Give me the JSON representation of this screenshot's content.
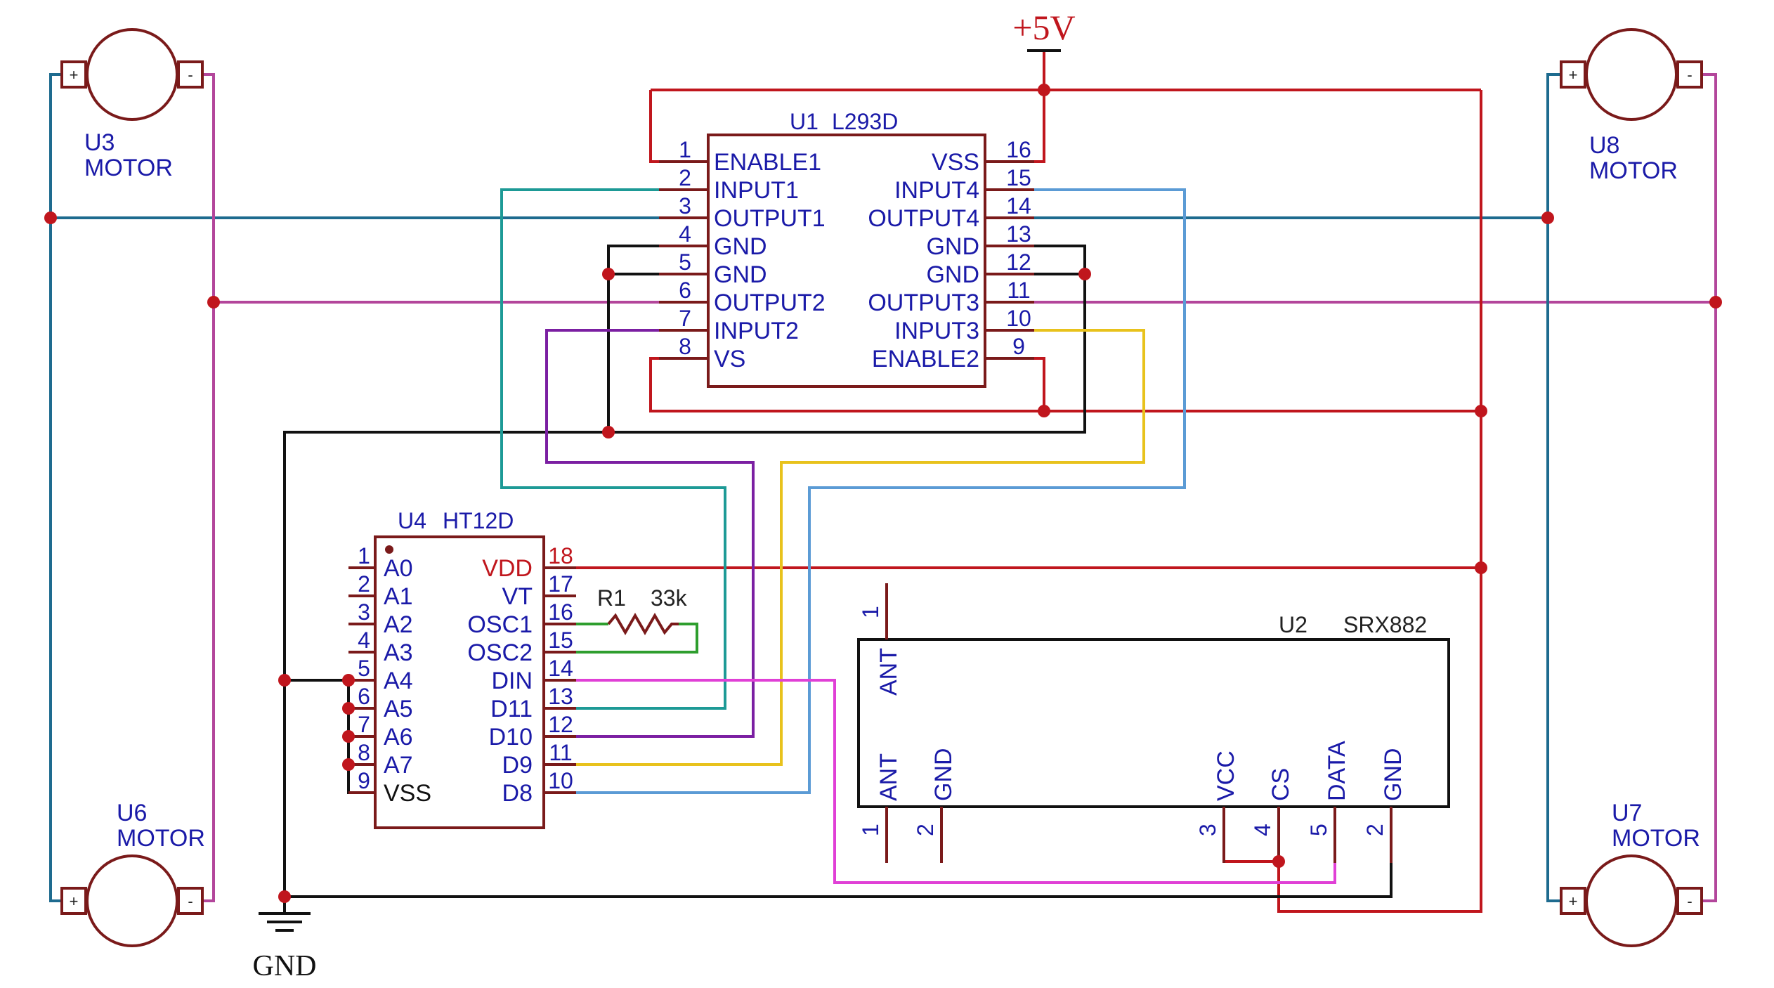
{
  "supply": {
    "label": "+5V"
  },
  "ground": {
    "label": "GND"
  },
  "u1": {
    "ref": "U1",
    "part": "L293D",
    "pins_left": [
      {
        "num": "1",
        "name": "ENABLE1"
      },
      {
        "num": "2",
        "name": "INPUT1"
      },
      {
        "num": "3",
        "name": "OUTPUT1"
      },
      {
        "num": "4",
        "name": "GND"
      },
      {
        "num": "5",
        "name": "GND"
      },
      {
        "num": "6",
        "name": "OUTPUT2"
      },
      {
        "num": "7",
        "name": "INPUT2"
      },
      {
        "num": "8",
        "name": "VS"
      }
    ],
    "pins_right": [
      {
        "num": "16",
        "name": "VSS"
      },
      {
        "num": "15",
        "name": "INPUT4"
      },
      {
        "num": "14",
        "name": "OUTPUT4"
      },
      {
        "num": "13",
        "name": "GND"
      },
      {
        "num": "12",
        "name": "GND"
      },
      {
        "num": "11",
        "name": "OUTPUT3"
      },
      {
        "num": "10",
        "name": "INPUT3"
      },
      {
        "num": "9",
        "name": "ENABLE2"
      }
    ]
  },
  "u4": {
    "ref": "U4",
    "part": "HT12D",
    "pins_left": [
      {
        "num": "1",
        "name": "A0"
      },
      {
        "num": "2",
        "name": "A1"
      },
      {
        "num": "3",
        "name": "A2"
      },
      {
        "num": "4",
        "name": "A3"
      },
      {
        "num": "5",
        "name": "A4"
      },
      {
        "num": "6",
        "name": "A5"
      },
      {
        "num": "7",
        "name": "A6"
      },
      {
        "num": "8",
        "name": "A7"
      },
      {
        "num": "9",
        "name": "VSS"
      }
    ],
    "pins_right": [
      {
        "num": "18",
        "name": "VDD"
      },
      {
        "num": "17",
        "name": "VT"
      },
      {
        "num": "16",
        "name": "OSC1"
      },
      {
        "num": "15",
        "name": "OSC2"
      },
      {
        "num": "14",
        "name": "DIN"
      },
      {
        "num": "13",
        "name": "D11"
      },
      {
        "num": "12",
        "name": "D10"
      },
      {
        "num": "11",
        "name": "D9"
      },
      {
        "num": "10",
        "name": "D8"
      }
    ]
  },
  "r1": {
    "ref": "R1",
    "value": "33k"
  },
  "u2": {
    "ref": "U2",
    "part": "SRX882",
    "top_pin": {
      "num": "1",
      "name": "ANT"
    },
    "bottom_pins": [
      {
        "num": "1",
        "name": "ANT"
      },
      {
        "num": "2",
        "name": "GND"
      },
      {
        "num": "3",
        "name": "VCC"
      },
      {
        "num": "4",
        "name": "CS"
      },
      {
        "num": "5",
        "name": "DATA"
      },
      {
        "num": "2",
        "name": "GND"
      }
    ]
  },
  "motors": [
    {
      "ref": "U3",
      "label": "MOTOR"
    },
    {
      "ref": "U8",
      "label": "MOTOR"
    },
    {
      "ref": "U6",
      "label": "MOTOR"
    },
    {
      "ref": "U7",
      "label": "MOTOR"
    }
  ],
  "motor_terminals": {
    "plus": "+",
    "minus": "-"
  },
  "colors": {
    "power": "#c0161d",
    "ground": "#111111",
    "blue_net": "#1e6b8f",
    "pink_net": "#b3469b",
    "teal_net": "#1d9a96",
    "purple_net": "#7b1fa2",
    "yellow_net": "#e8c21c",
    "lightblue_net": "#5b9bd5",
    "magenta_net": "#e040d6",
    "green_net": "#2e9e2e",
    "component": "#7a1a1a",
    "label": "#1a1aa8"
  }
}
